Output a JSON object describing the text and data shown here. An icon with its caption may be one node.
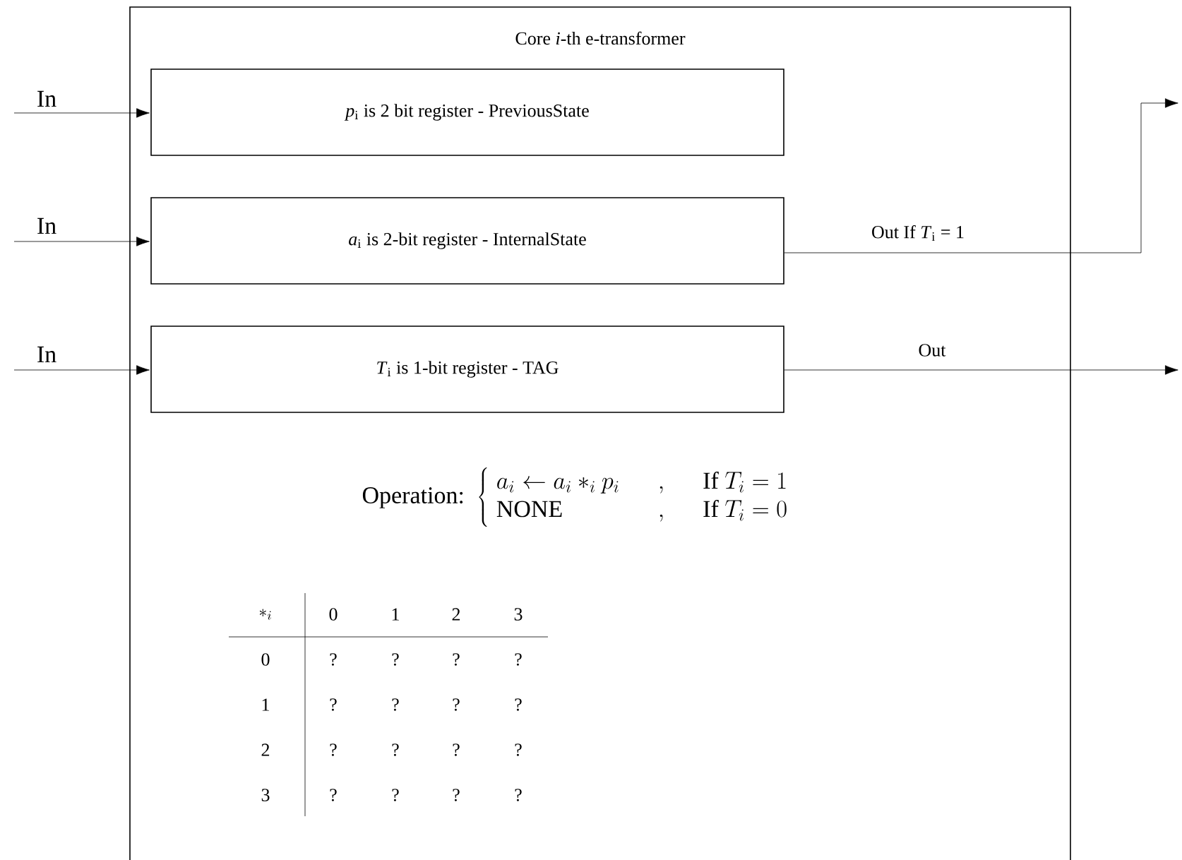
{
  "diagram": {
    "nodes": [
      {
        "text": [
          "Core *i*-th e-transformer"
        ]
      },
      {
        "text": [
          "*p*$_{i}$ is 2 bit register - PreviousState"
        ],
        "in": 0
      },
      {
        "text": [
          "*a*$_{i}$ is 2-bit register - InternalState"
        ],
        "in": 0
      },
      {
        "text": [
          "*T*$_{i}$ is 1-bit register - TAG"
        ],
        "in": 0
      }
    ],
    "edges": [
      {
        "from": null,
        "to": 1,
        "arrow": "to",
        "label": "In"
      },
      {
        "from": null,
        "to": 2,
        "arrow": "to",
        "label": "In"
      },
      {
        "from": null,
        "to": 3,
        "arrow": "to",
        "label": "In"
      },
      {
        "from": 2,
        "to": null,
        "arrow": "to",
        "label": "Out If *T*$_{i}$ = 1"
      },
      {
        "from": 3,
        "to": null,
        "arrow": "to",
        "label": "Out"
      }
    ],
    "labels": [
      "\\mbox{Operation: }\\left\\{\\begin{array}{lcl} a_i \\leftarrow a_i *_i p_i & \\quad,\\quad & \\mbox{If } T_i = 1\\\\ \\mbox{NONE} & \\quad,\\quad & \\mbox{If } T_i = 0\\end{array}\\right.",
      "*_i",
      "0",
      "1",
      "2",
      "3",
      "0",
      "?",
      "?",
      "?",
      "?",
      "1",
      "?",
      "?",
      "?",
      "?",
      "2",
      "?",
      "?",
      "?",
      "?",
      "3",
      "?",
      "?",
      "?",
      "?"
    ]
  }
}
